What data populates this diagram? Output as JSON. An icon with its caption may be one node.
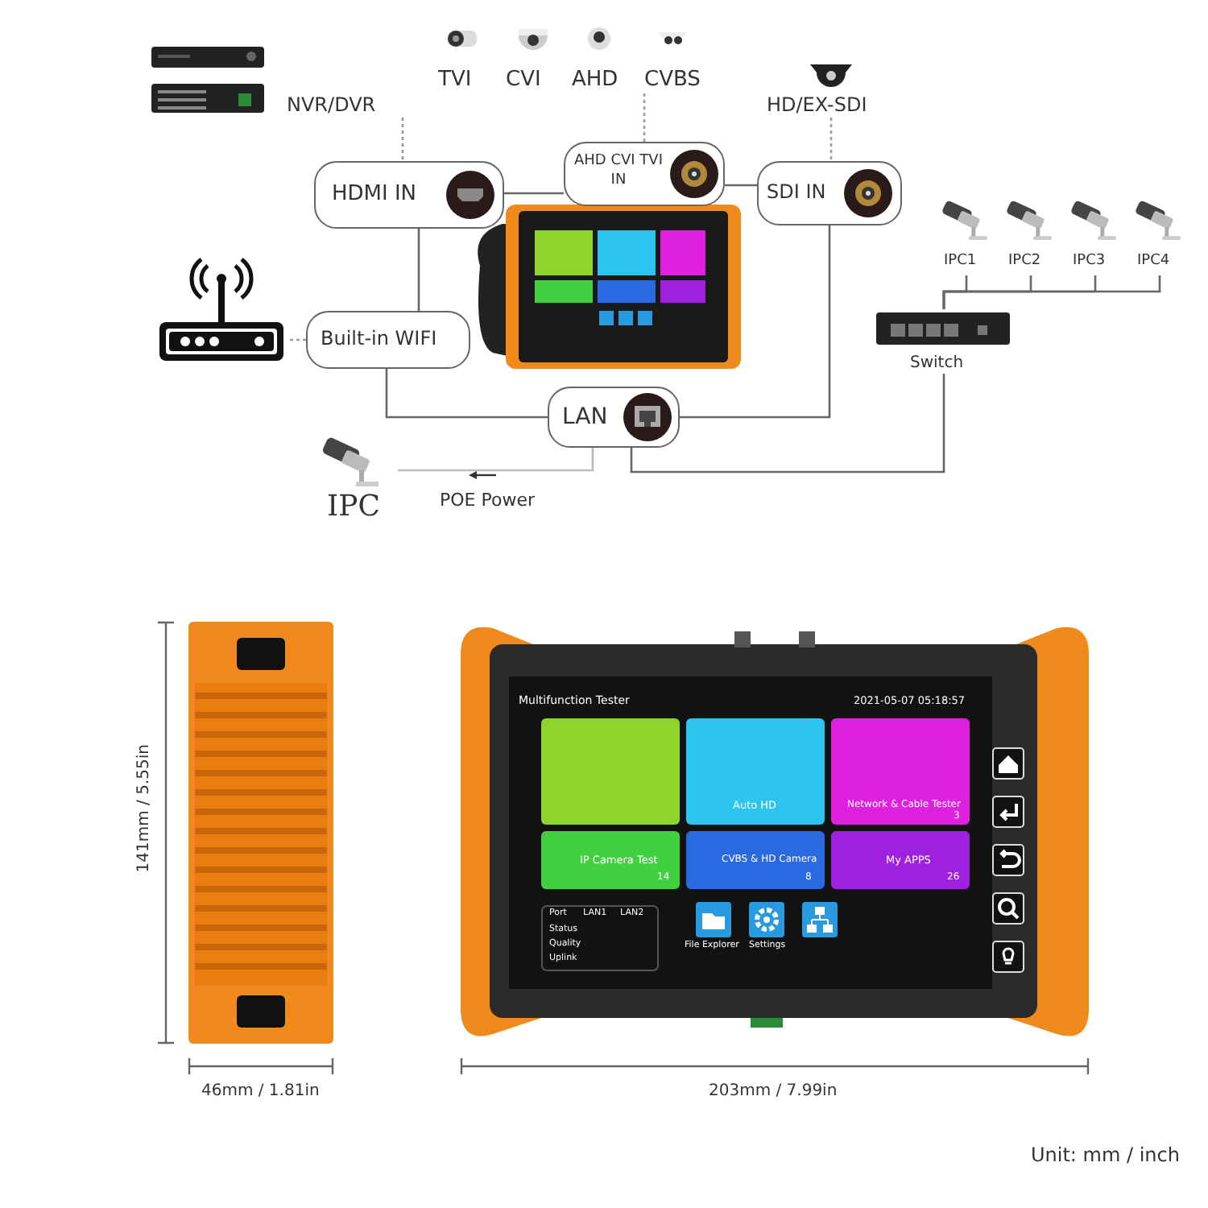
{
  "diagram": {
    "nodes": [
      {
        "text": [
          "NVR/DVR"
        ]
      },
      {
        "text": [
          "TVI",
          "CVI",
          "AHD",
          "CVBS"
        ]
      },
      {
        "text": [
          "HD/EX-SDI"
        ]
      },
      {
        "text": [
          "HDMI IN"
        ]
      },
      {
        "text": [
          "AHD CVI TVI IN"
        ]
      },
      {
        "text": [
          "SDI IN"
        ]
      },
      {
        "text": [],
        "shape": "picture"
      },
      {
        "text": [
          "Built-in WIFI"
        ]
      },
      {
        "text": [
          "LAN"
        ]
      },
      {
        "text": [
          "IPC"
        ]
      },
      {
        "text": [
          "Switch"
        ]
      },
      {
        "text": [
          "IPC1"
        ]
      },
      {
        "text": [
          "IPC2"
        ]
      },
      {
        "text": [
          "IPC3"
        ]
      },
      {
        "text": [
          "IPC4"
        ]
      }
    ],
    "edges": [
      {
        "from": 0,
        "to": 3,
        "arrow": "none",
        "style": "dashed"
      },
      {
        "from": 1,
        "to": 4,
        "arrow": "none",
        "style": "dashed"
      },
      {
        "from": 2,
        "to": 5,
        "arrow": "none",
        "style": "dashed"
      },
      {
        "from": 3,
        "to": 4,
        "arrow": "none"
      },
      {
        "from": 4,
        "to": 5,
        "arrow": "none"
      },
      {
        "from": 3,
        "to": 7,
        "arrow": "none"
      },
      {
        "from": 6,
        "to": 7,
        "arrow": "none",
        "style": "dashed"
      },
      {
        "from": 7,
        "to": 8,
        "arrow": "none"
      },
      {
        "from": 5,
        "to": 8,
        "arrow": "none"
      },
      {
        "from": 8,
        "to": 9,
        "arrow": "none",
        "label": "POE Power",
        "color": "#bbbbbb"
      },
      {
        "from": 8,
        "to": 10,
        "arrow": "none"
      },
      {
        "from": 10,
        "to": 11,
        "arrow": "none"
      },
      {
        "from": 10,
        "to": 12,
        "arrow": "none"
      },
      {
        "from": 10,
        "to": 13,
        "arrow": "none"
      },
      {
        "from": 10,
        "to": 14,
        "arrow": "none"
      }
    ],
    "labels": [
      "Multifunction Tester",
      "2021-05-07 05:18:57",
      "Auto HD",
      "Network & Cable Tester",
      "3",
      "IP Camera Test",
      "14",
      "CVBS & HD Camera",
      "8",
      "My APPS",
      "26",
      "Port",
      "LAN1",
      "LAN2",
      "Status",
      "Quality",
      "Uplink",
      "File Explorer",
      "Settings",
      "141mm / 5.55in",
      "46mm / 1.81in",
      "203mm / 7.99in",
      "Unit: mm / inch"
    ]
  }
}
